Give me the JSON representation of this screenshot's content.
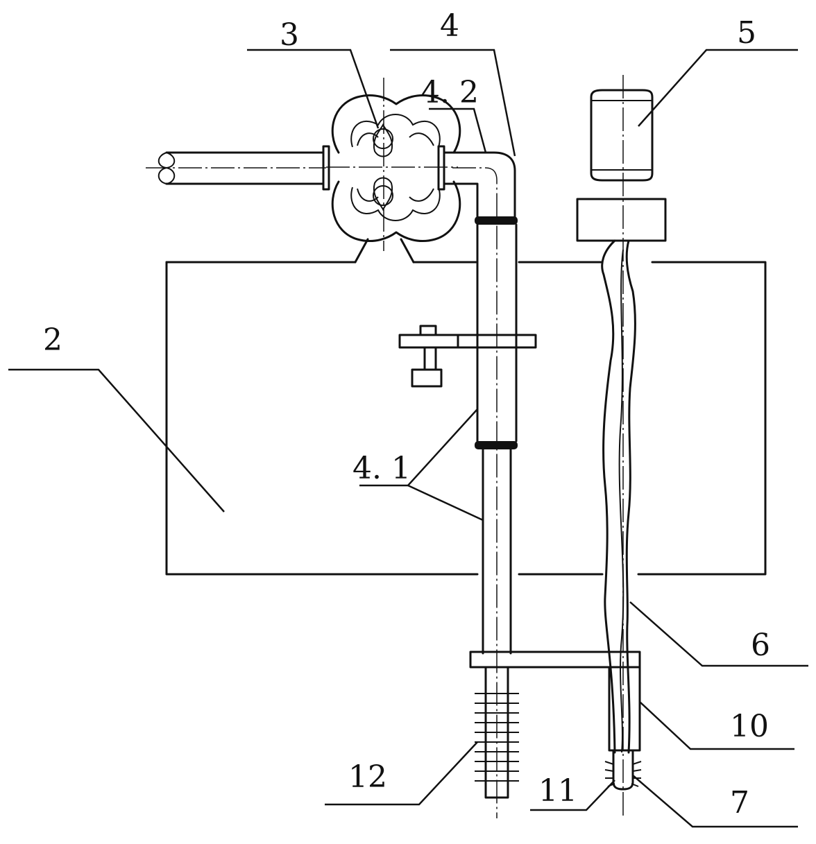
{
  "labels": {
    "l2": "2",
    "l3": "3",
    "l4": "4",
    "l4_2": "4. 2",
    "l4_1": "4. 1",
    "l5": "5",
    "l6": "6",
    "l7": "7",
    "l10": "10",
    "l11": "11",
    "l12": "12"
  }
}
